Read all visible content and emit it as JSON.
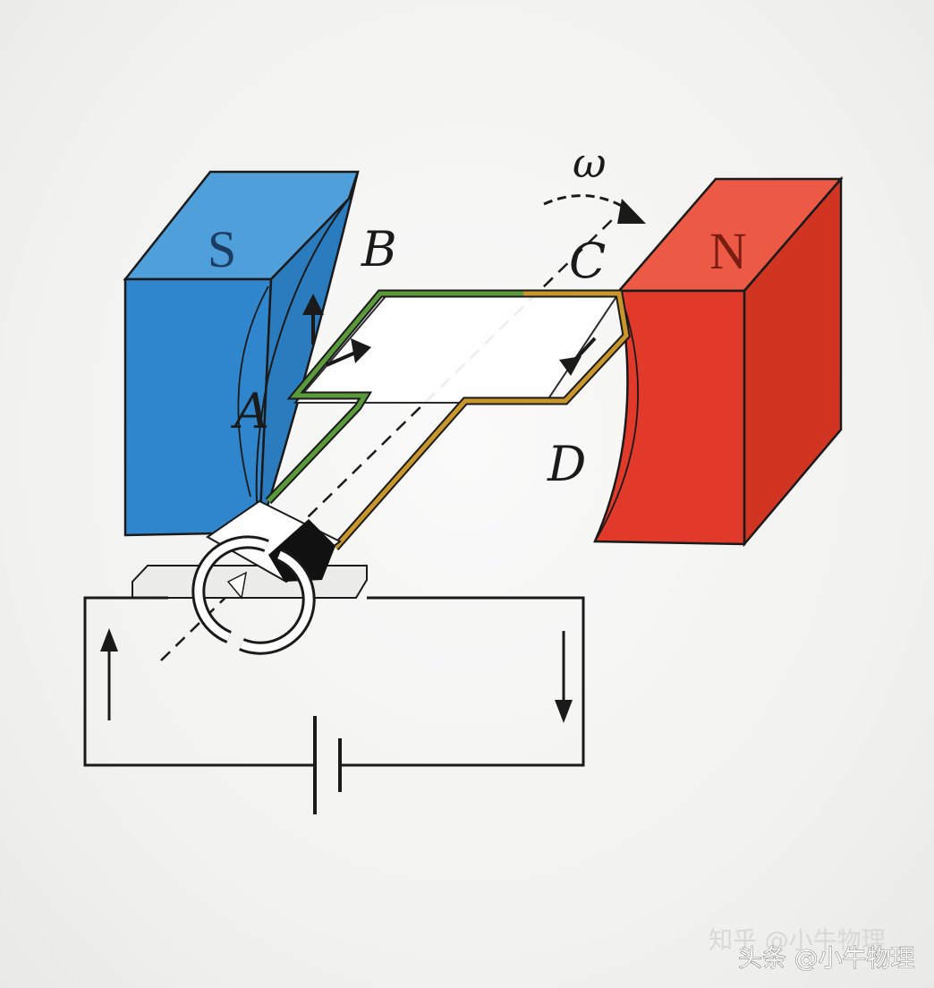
{
  "magnet_south": {
    "label": "S",
    "color": "#3a8fd0"
  },
  "magnet_north": {
    "label": "N",
    "color": "#e23a2a"
  },
  "coil_points": {
    "a": "A",
    "b": "B",
    "c": "C",
    "d": "D"
  },
  "angular_velocity": "ω",
  "colors": {
    "wire_green": "#5a9a3a",
    "wire_gold": "#c8962a",
    "line": "#1a1a1a"
  },
  "watermarks": {
    "back": "知乎 @小牛物理",
    "front": "头条 @小牛物理"
  }
}
